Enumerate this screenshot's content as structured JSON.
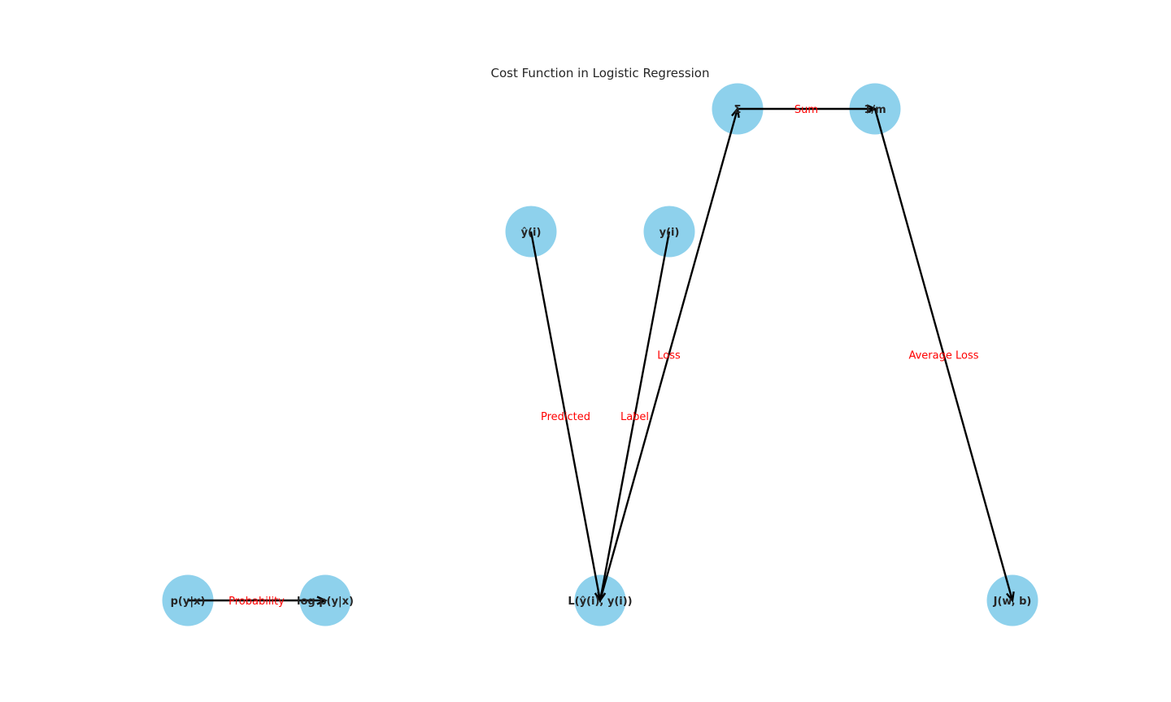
{
  "title": "Cost Function in Logistic Regression",
  "colors": {
    "node_fill": "#8ed1ec",
    "edge": "#000000",
    "edge_label": "#ff0000",
    "text": "#262626"
  },
  "nodes": [
    {
      "id": "p",
      "label": "p(y|x)"
    },
    {
      "id": "logp",
      "label": "log p(y|x)"
    },
    {
      "id": "yhat",
      "label": "ŷ(i)"
    },
    {
      "id": "y",
      "label": "y(i)"
    },
    {
      "id": "L",
      "label": "L(ŷ(i), y(i))"
    },
    {
      "id": "sigma",
      "label": "Σ"
    },
    {
      "id": "m",
      "label": "1/m"
    },
    {
      "id": "J",
      "label": "J(w, b)"
    }
  ],
  "edges": [
    {
      "from": "p",
      "to": "logp",
      "label": "Probability"
    },
    {
      "from": "yhat",
      "to": "L",
      "label": "Predicted"
    },
    {
      "from": "y",
      "to": "L",
      "label": "Label"
    },
    {
      "from": "L",
      "to": "sigma",
      "label": "Loss"
    },
    {
      "from": "sigma",
      "to": "m",
      "label": "Sum"
    },
    {
      "from": "m",
      "to": "J",
      "label": "Average Loss"
    }
  ]
}
